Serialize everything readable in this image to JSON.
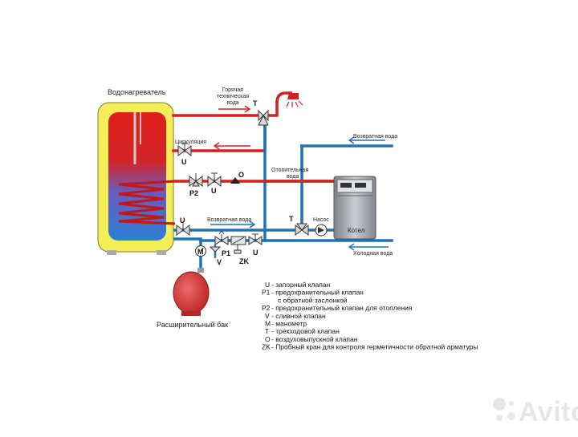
{
  "labels": {
    "heater": "Водонагреватель",
    "hot_water": [
      "Горячая",
      "техническая",
      "вода"
    ],
    "circulation": "Циркуляция",
    "return_water_top": "Возвратная вода",
    "heating_water": [
      "Отопительная",
      "вода"
    ],
    "return_water_mid": "Возвратная вода",
    "pump": "Насос",
    "boiler": "Котел",
    "cold_water": "Холодная вода",
    "expansion_tank": "Расширительный бак"
  },
  "markers": {
    "T_top": "T",
    "U_circ": "U",
    "O_vent": "O",
    "P2": "P2",
    "U_heat": "U",
    "T_mid": "T",
    "U_return": "U",
    "M": "M",
    "P1": "P1",
    "U_cold": "U",
    "V": "V",
    "ZK": "ZK"
  },
  "legend": [
    {
      "code": "U",
      "text": "- запорный клапан"
    },
    {
      "code": "P1",
      "text": "- предохранительный клапан"
    },
    {
      "code": "",
      "text": "с обратной заслонкой"
    },
    {
      "code": "P2",
      "text": "- предохранительный клапан для отопления"
    },
    {
      "code": "V",
      "text": "- сливной клапан"
    },
    {
      "code": "M",
      "text": "- манометр"
    },
    {
      "code": "T",
      "text": "- трехходовой клапан"
    },
    {
      "code": "O",
      "text": "- воздуховыпускной клапан"
    },
    {
      "code": "ZK",
      "text": "- Пробный кран для контроля герметичности обратной арматуры"
    }
  ],
  "watermark": "Avito",
  "colors": {
    "hot_pipe": "#d42020",
    "cold_pipe": "#1e73b8",
    "tank_shell": "#f2ec55",
    "expansion": "#d43a3a",
    "boiler": "#9aa0a6"
  }
}
